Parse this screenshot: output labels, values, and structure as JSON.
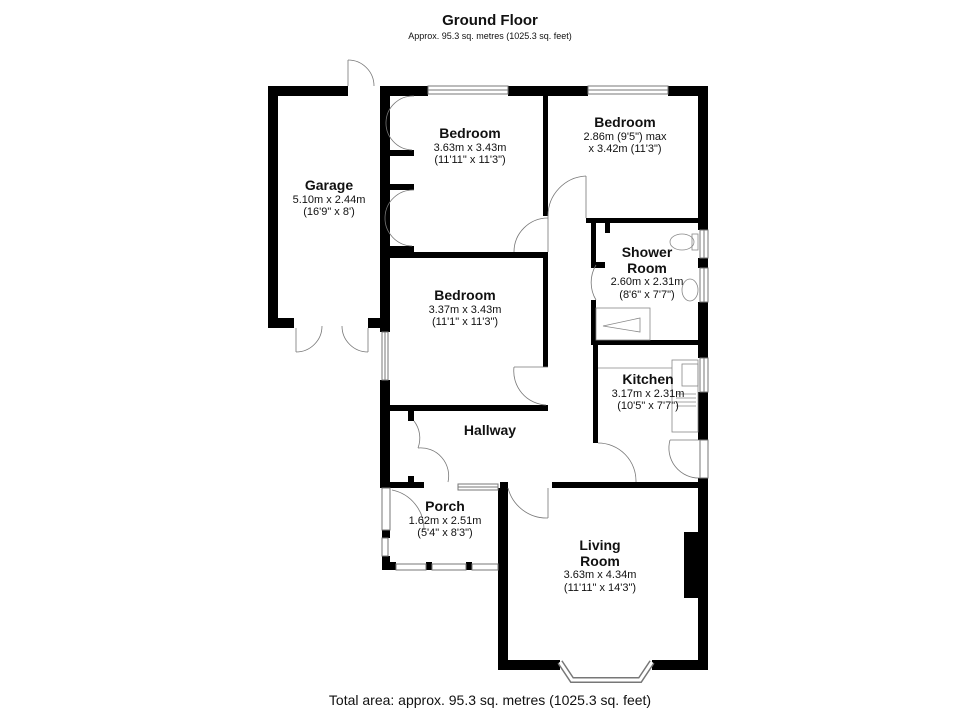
{
  "header": {
    "title": "Ground Floor",
    "subtitle": "Approx. 95.3 sq. metres (1025.3 sq. feet)"
  },
  "rooms": [
    {
      "name": "Garage",
      "dim_metric": "5.10m x 2.44m",
      "dim_imperial": "(16'9\" x 8')"
    },
    {
      "name": "Bedroom",
      "dim_metric": "3.63m x 3.43m",
      "dim_imperial": "(11'11\" x 11'3\")"
    },
    {
      "name": "Bedroom",
      "dim_metric": "2.86m (9'5\") max",
      "dim_imperial": "x 3.42m (11'3\")"
    },
    {
      "name": "Shower",
      "name2": "Room",
      "dim_metric": "2.60m x 2.31m",
      "dim_imperial": "(8'6\" x 7'7\")"
    },
    {
      "name": "Bedroom",
      "dim_metric": "3.37m x 3.43m",
      "dim_imperial": "(11'1\" x 11'3\")"
    },
    {
      "name": "Kitchen",
      "dim_metric": "3.17m x 2.31m",
      "dim_imperial": "(10'5\" x 7'7\")"
    },
    {
      "name": "Hallway"
    },
    {
      "name": "Porch",
      "dim_metric": "1.62m x 2.51m",
      "dim_imperial": "(5'4\" x 8'3\")"
    },
    {
      "name": "Living",
      "name2": "Room",
      "dim_metric": "3.63m x 4.34m",
      "dim_imperial": "(11'11\" x 14'3\")"
    }
  ],
  "footer": {
    "total_area": "Total area: approx. 95.3 sq. metres (1025.3 sq. feet)"
  },
  "colors": {
    "wall": "#000000",
    "background": "#ffffff",
    "fixture_line": "#888888"
  }
}
